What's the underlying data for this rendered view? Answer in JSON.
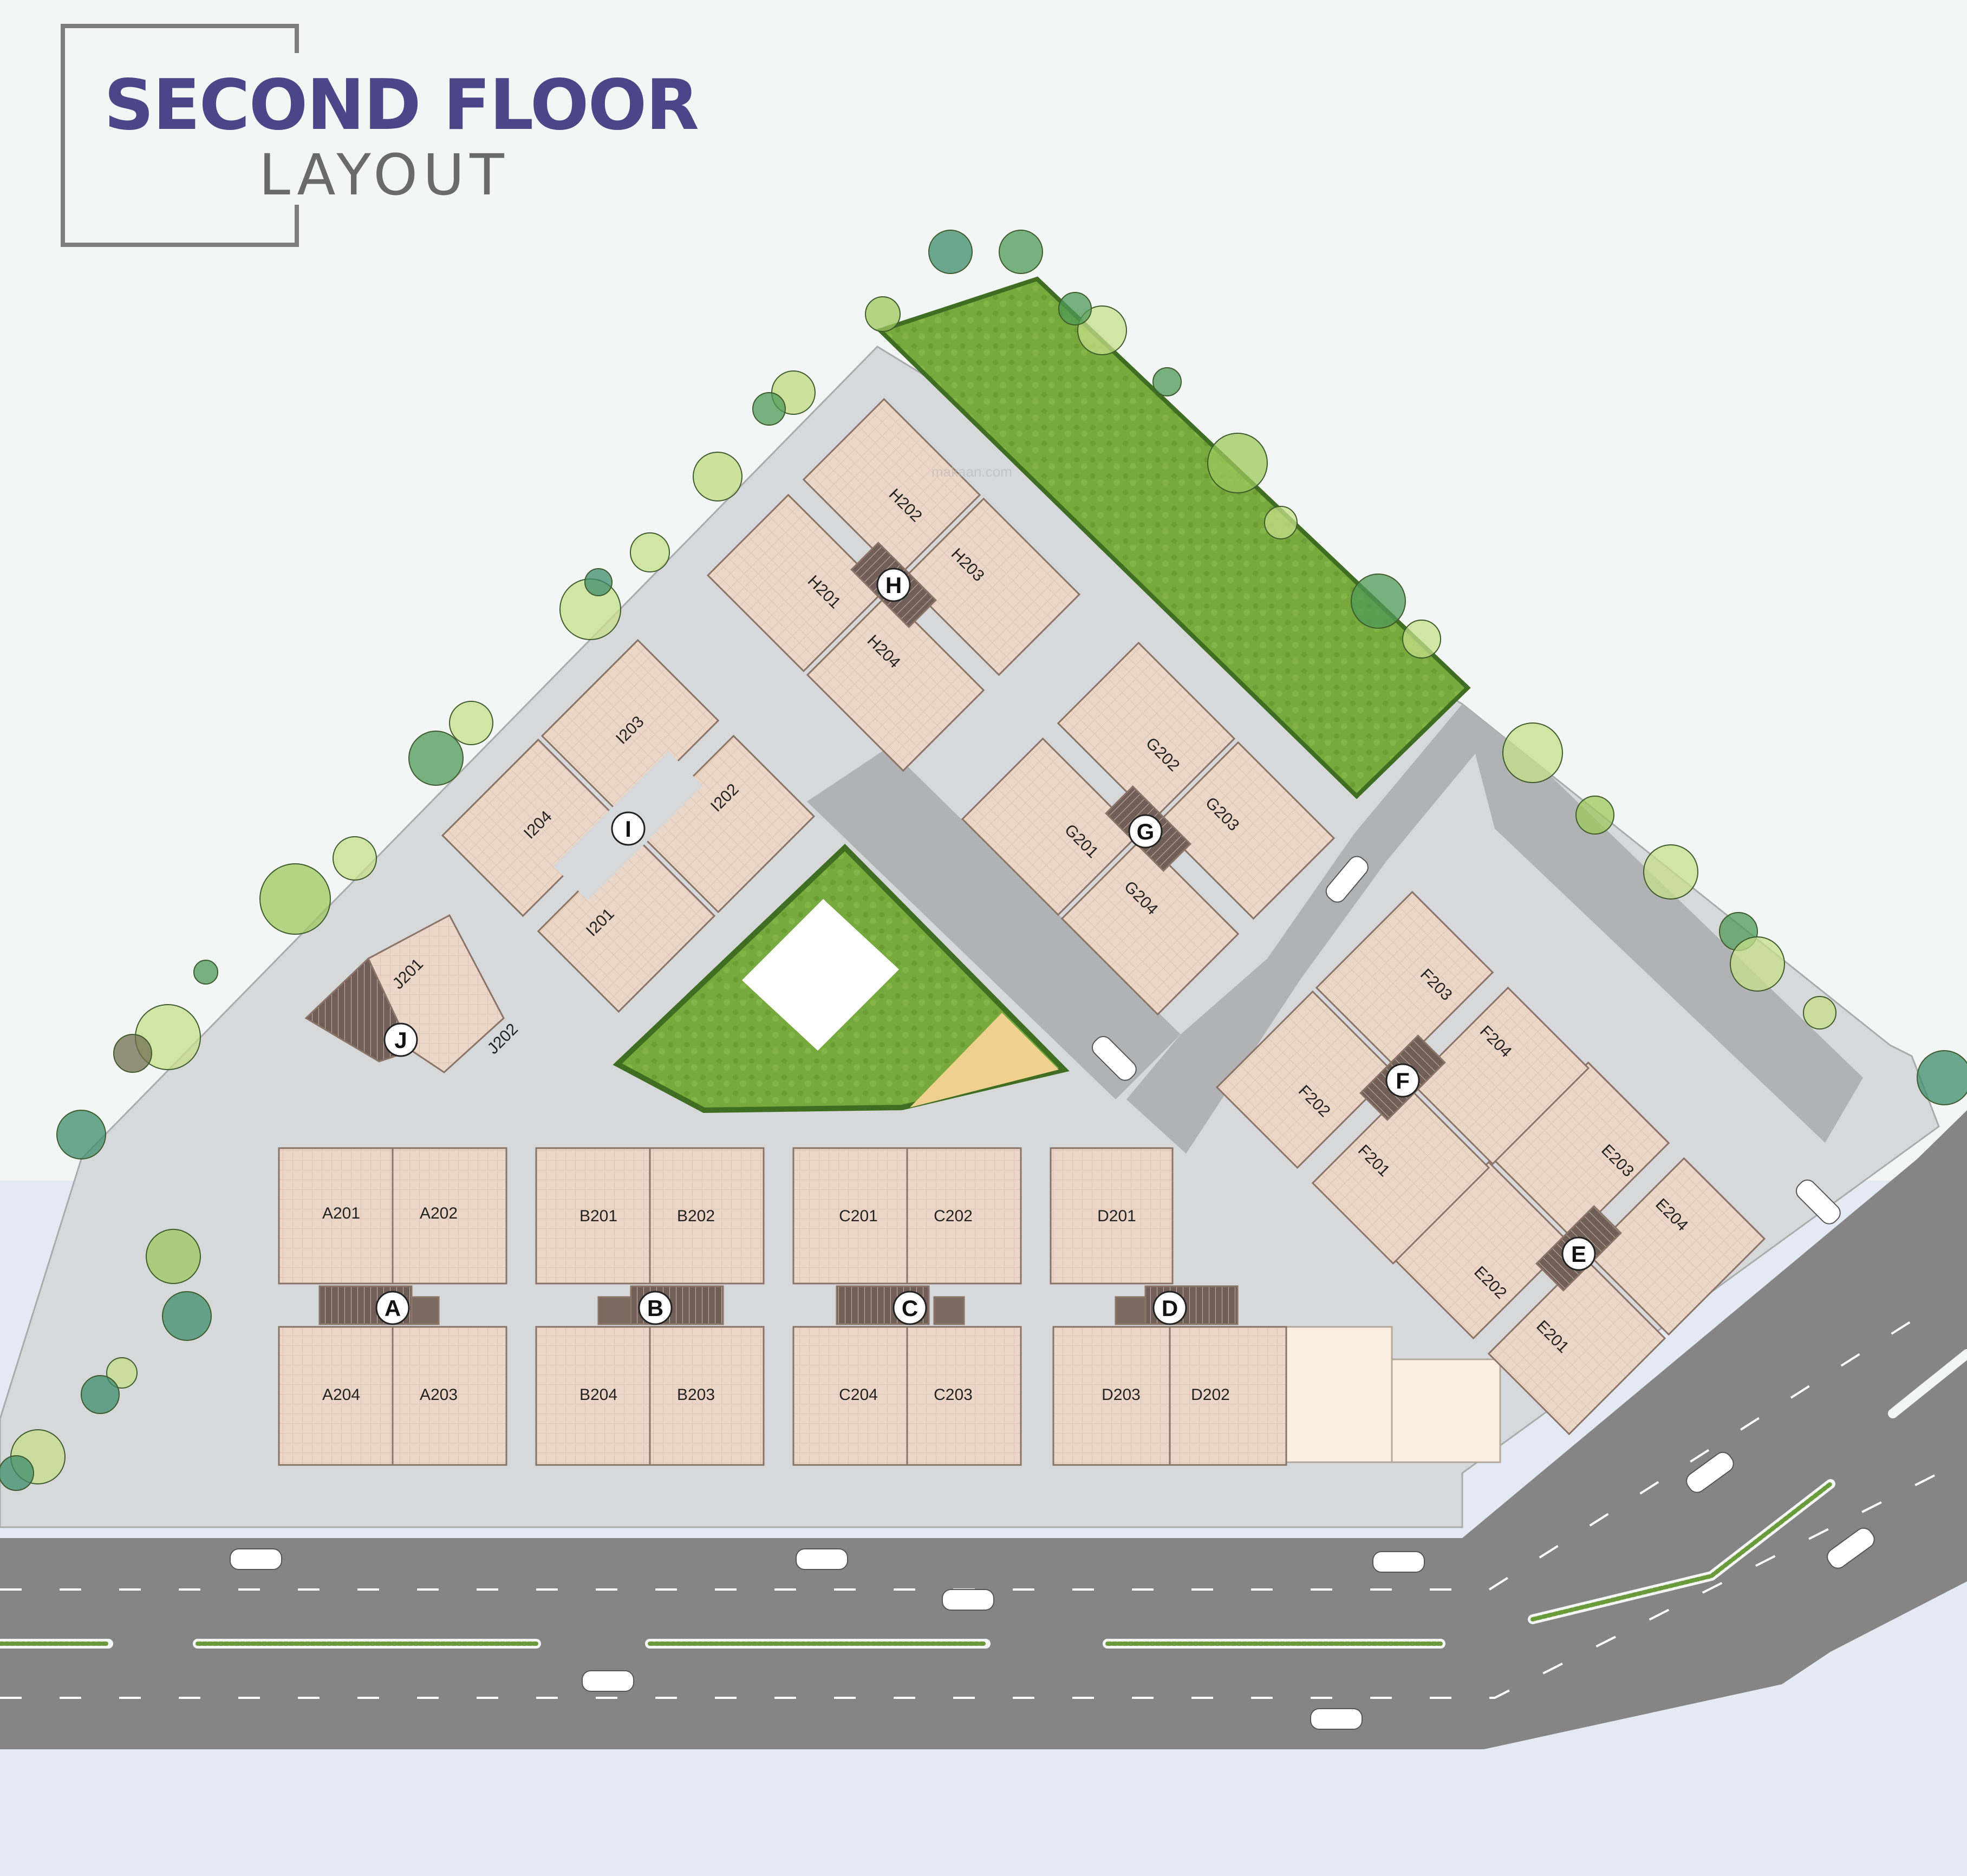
{
  "title": {
    "main": "SECOND FLOOR",
    "sub": "LAYOUT"
  },
  "watermark": "makaan.com",
  "towers": [
    {
      "id": "A",
      "units": [
        "A201",
        "A202",
        "A204",
        "A203"
      ]
    },
    {
      "id": "B",
      "units": [
        "B201",
        "B202",
        "B204",
        "B203"
      ]
    },
    {
      "id": "C",
      "units": [
        "C201",
        "C202",
        "C204",
        "C203"
      ]
    },
    {
      "id": "D",
      "units": [
        "D201",
        "D203",
        "D202"
      ]
    },
    {
      "id": "E",
      "units": [
        "E203",
        "E204",
        "E202",
        "E201"
      ]
    },
    {
      "id": "F",
      "units": [
        "F203",
        "F204",
        "F202",
        "F201"
      ]
    },
    {
      "id": "G",
      "units": [
        "G202",
        "G203",
        "G201",
        "G204"
      ]
    },
    {
      "id": "H",
      "units": [
        "H202",
        "H203",
        "H201",
        "H204"
      ]
    },
    {
      "id": "I",
      "units": [
        "I203",
        "I202",
        "I204",
        "I201"
      ]
    },
    {
      "id": "J",
      "units": [
        "J201",
        "J202"
      ]
    }
  ],
  "colors": {
    "background": "#f4f5f5",
    "outer_area": "#e4eaf3",
    "site_ground": "#d6d8d9",
    "internal_road": "#b0b2b3",
    "main_road": "#858585",
    "lawn": "#78a93c",
    "unit": "#ead3c4",
    "core": "#7a6a60",
    "title": "#4a4687"
  }
}
